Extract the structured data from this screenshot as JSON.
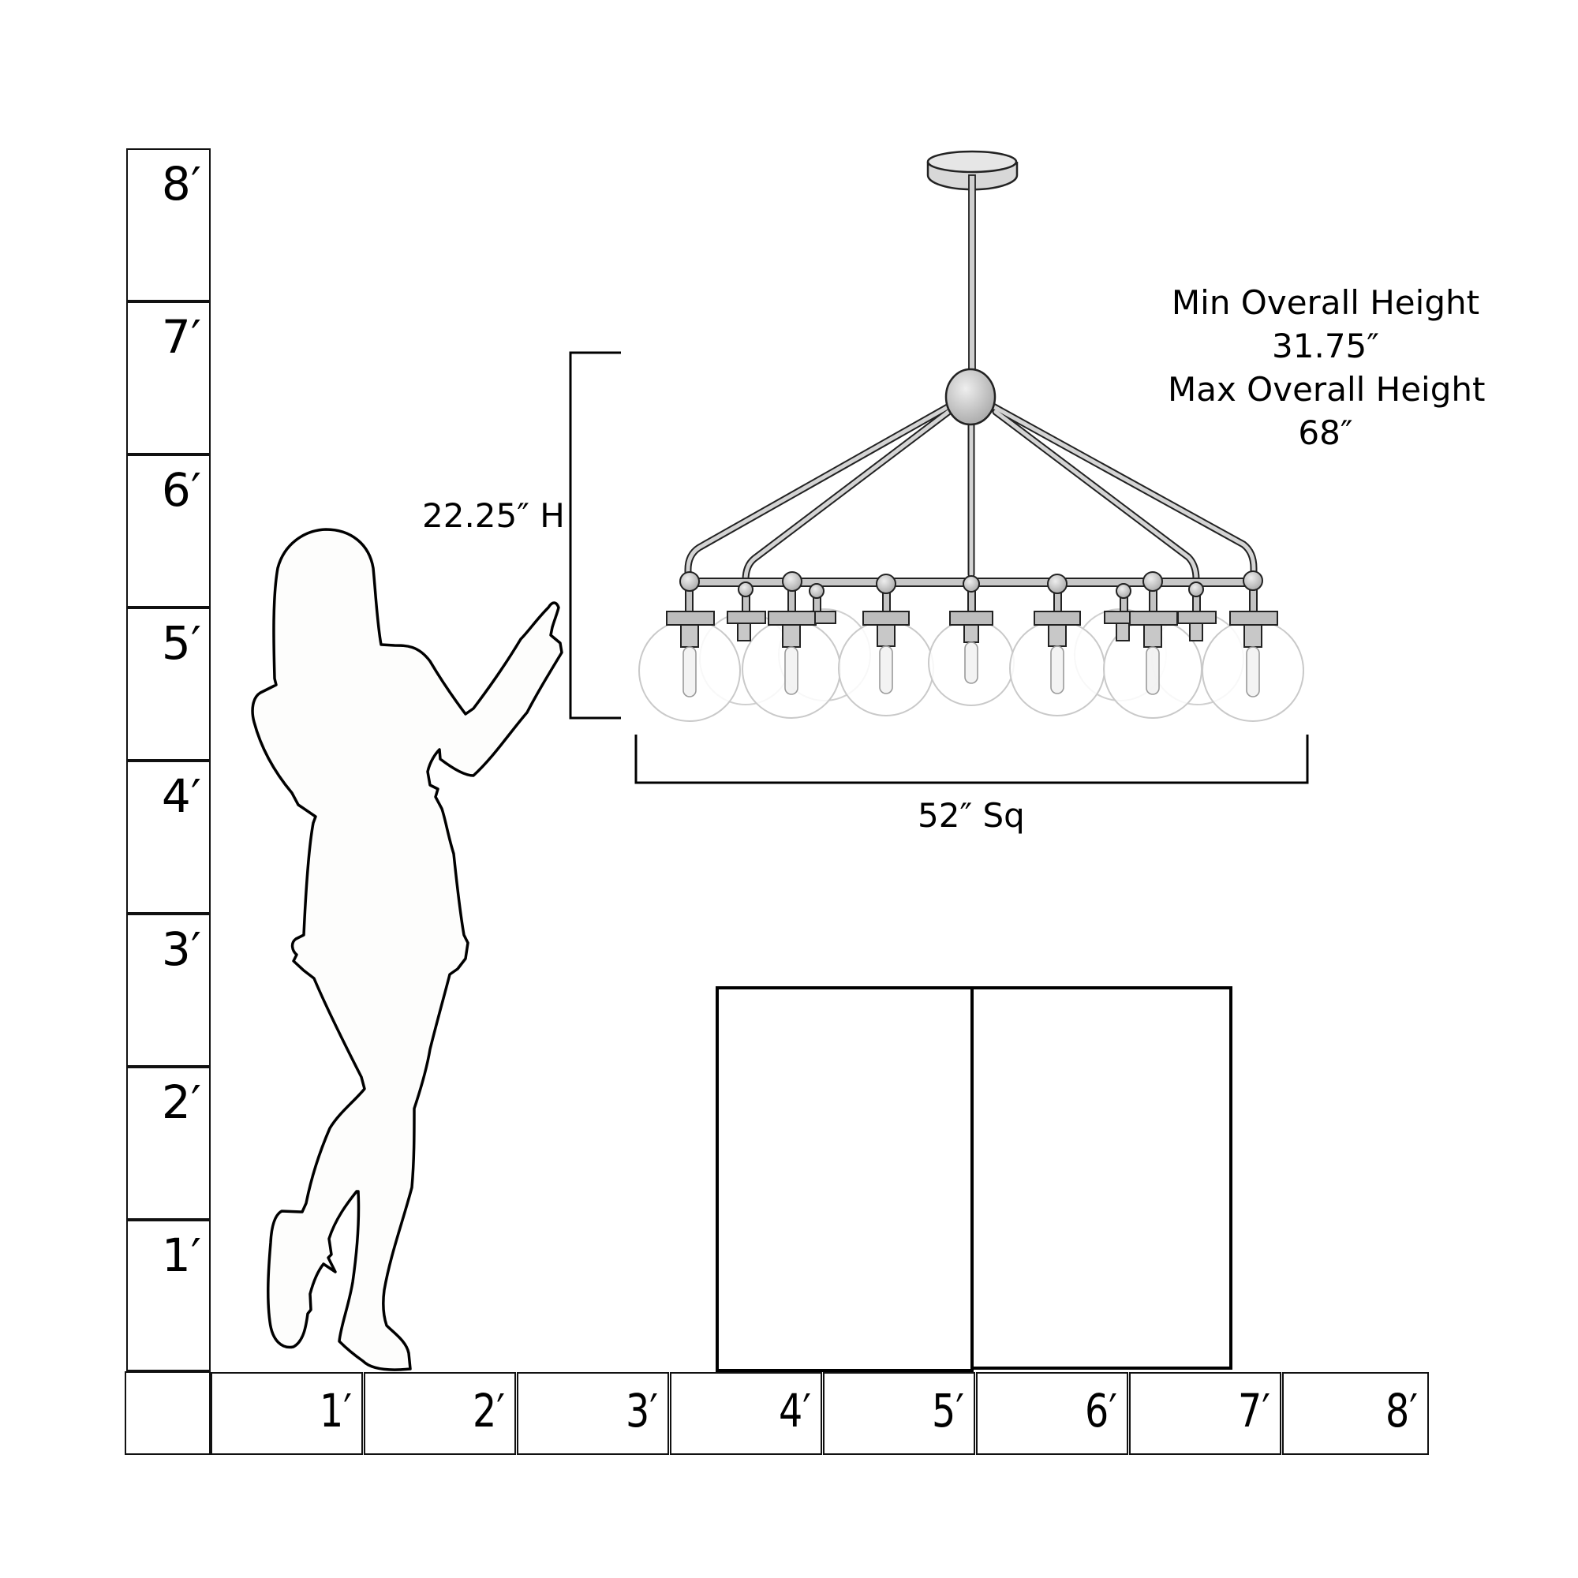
{
  "vertical_ruler": {
    "unit": "ft",
    "labels": [
      "8′",
      "7′",
      "6′",
      "5′",
      "4′",
      "3′",
      "2′",
      "1′"
    ]
  },
  "horizontal_ruler": {
    "unit": "ft",
    "labels": [
      "1′",
      "2′",
      "3′",
      "4′",
      "5′",
      "6′",
      "7′",
      "8′"
    ]
  },
  "dimensions": {
    "fixture_height": "22.25″ H",
    "fixture_width": "52″ Sq"
  },
  "specs": {
    "min_label": "Min Overall Height",
    "min_value": "31.75″",
    "max_label": "Max Overall Height",
    "max_value": "68″"
  },
  "figures": {
    "person": "standing woman silhouette pointing at fixture",
    "furniture": "two-door cabinet outline",
    "fixture": "sphere-globe chandelier with 7 front globes"
  },
  "colors": {
    "line": "#000000",
    "metal": "#b8b8b8",
    "glass": "#d9d9d9",
    "background": "#ffffff"
  }
}
